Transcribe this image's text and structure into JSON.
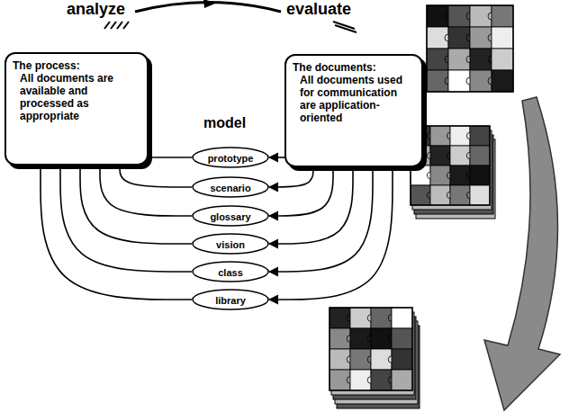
{
  "diagram": {
    "nodes": [
      {
        "text": [
          "The process:",
          "All documents are available and processed as appropriate"
        ]
      },
      {
        "text": [
          "The documents:",
          "All documents used for communication are application-oriented"
        ]
      },
      {
        "text": [
          "prototype"
        ]
      },
      {
        "text": [
          "scenario"
        ]
      },
      {
        "text": [
          "glossary"
        ]
      },
      {
        "text": [
          "vision"
        ]
      },
      {
        "text": [
          "class"
        ]
      },
      {
        "text": [
          "library"
        ]
      }
    ],
    "edges": [
      {
        "from": 0,
        "to": 2,
        "arrow": "none"
      },
      {
        "from": 0,
        "to": 3,
        "arrow": "none"
      },
      {
        "from": 0,
        "to": 4,
        "arrow": "none"
      },
      {
        "from": 0,
        "to": 5,
        "arrow": "none"
      },
      {
        "from": 0,
        "to": 6,
        "arrow": "none"
      },
      {
        "from": 0,
        "to": 7,
        "arrow": "none"
      },
      {
        "from": 1,
        "to": 2,
        "arrow": "to"
      },
      {
        "from": 1,
        "to": 3,
        "arrow": "to"
      },
      {
        "from": 1,
        "to": 4,
        "arrow": "to"
      },
      {
        "from": 1,
        "to": 5,
        "arrow": "to"
      },
      {
        "from": 1,
        "to": 6,
        "arrow": "to"
      },
      {
        "from": 1,
        "to": 7,
        "arrow": "to"
      }
    ],
    "labels": [
      "analyze",
      "evaluate",
      "model"
    ]
  }
}
